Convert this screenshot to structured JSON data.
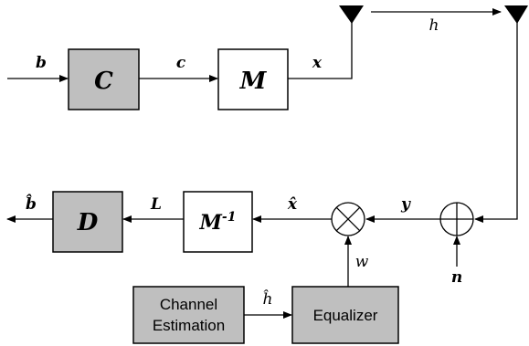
{
  "blocks": {
    "encoder": "C",
    "modulator": "M",
    "demodulator_base": "M",
    "demodulator_sup": "-1",
    "decoder": "D",
    "channel_estimation_line1": "Channel",
    "channel_estimation_line2": "Estimation",
    "equalizer": "Equalizer"
  },
  "signals": {
    "input": "b",
    "coded": "c",
    "modulated": "x",
    "channel": "h",
    "received": "y",
    "noise": "n",
    "equalized": "x̂",
    "llr": "L",
    "decoded": "b̂",
    "estimate": "ĥ",
    "weights": "w"
  },
  "colors": {
    "shaded_block": "#bfbfbf",
    "white_block": "#ffffff",
    "stroke": "#000000"
  }
}
